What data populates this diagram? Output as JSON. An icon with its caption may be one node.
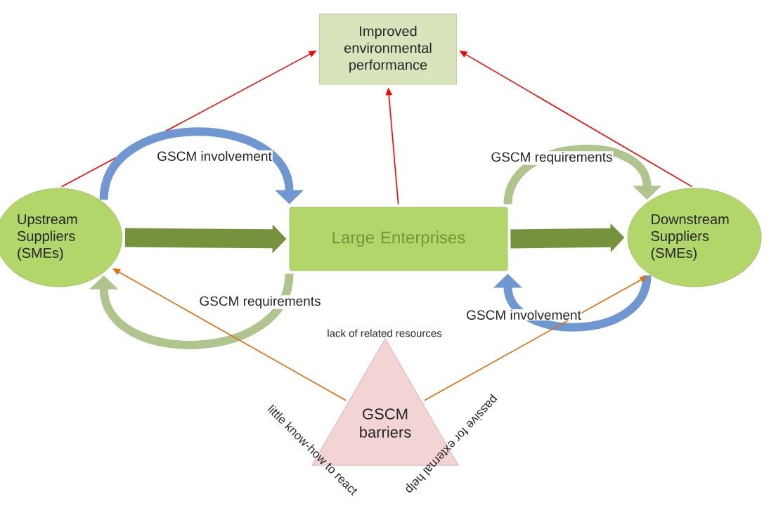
{
  "diagram": {
    "nodes": [
      {
        "text": [
          "Improved environmental performance"
        ]
      },
      {
        "text": [
          "Upstream Suppliers (SMEs)"
        ]
      },
      {
        "text": [
          "Large Enterprises"
        ]
      },
      {
        "text": [
          "Downstream Suppliers (SMEs)"
        ]
      },
      {
        "text": [
          "GSCM barriers"
        ],
        "beside": [
          "lack of related resources",
          "little know-how to react",
          "passive for external help"
        ]
      }
    ],
    "edges": [
      {
        "from": 1,
        "to": 0,
        "arrow": "to"
      },
      {
        "from": 2,
        "to": 0,
        "arrow": "to"
      },
      {
        "from": 3,
        "to": 0,
        "arrow": "to"
      },
      {
        "from": 1,
        "to": 2,
        "arrow": "to",
        "style": "thick",
        "color": "#76923c"
      },
      {
        "from": 2,
        "to": 3,
        "arrow": "to",
        "style": "thick",
        "color": "#76923c"
      },
      {
        "from": 1,
        "to": 2,
        "arrow": "to",
        "color": "#6f97d1",
        "label": "GSCM involvement"
      },
      {
        "from": 2,
        "to": 1,
        "arrow": "to",
        "color": "#b0c48e",
        "label": "GSCM requirements"
      },
      {
        "from": 2,
        "to": 3,
        "arrow": "to",
        "color": "#b0c48e",
        "label": "GSCM requirements"
      },
      {
        "from": 3,
        "to": 2,
        "arrow": "to",
        "color": "#6f97d1",
        "label": "GSCM involvement"
      },
      {
        "from": 4,
        "to": 1,
        "arrow": "to",
        "color": "#e46c0a"
      },
      {
        "from": 4,
        "to": 3,
        "arrow": "to",
        "color": "#e46c0a"
      }
    ]
  }
}
